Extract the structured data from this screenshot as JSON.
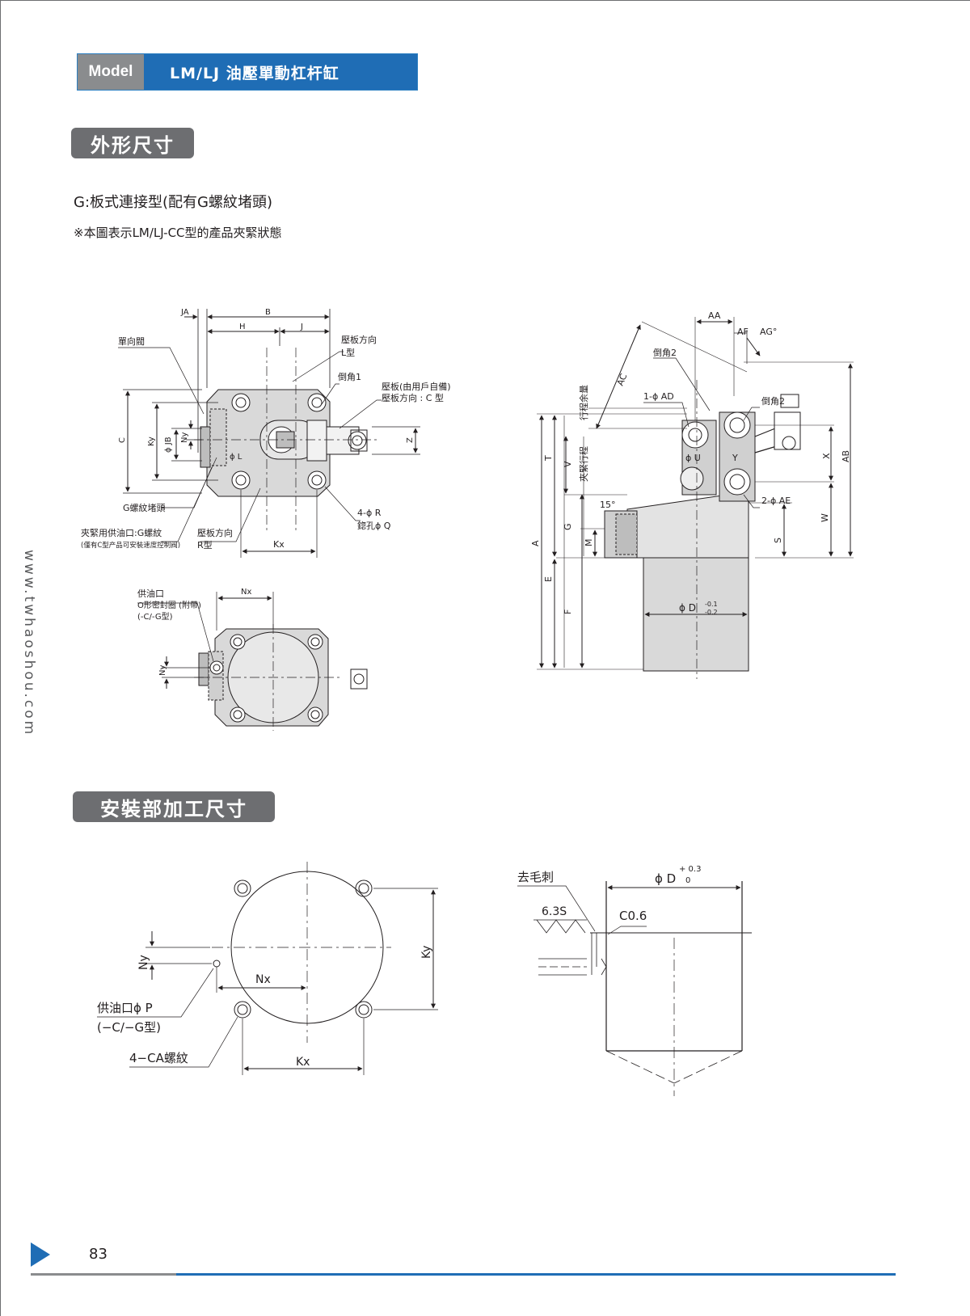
{
  "header": {
    "model_label": "Model",
    "model_title": "LM/LJ  油壓單動杠杆缸"
  },
  "sections": {
    "dims_title": "外形尺寸",
    "mount_title": "安裝部加工尺寸"
  },
  "subtitle": "G:板式連接型(配有G螺紋堵頭)",
  "note": "※本圖表示LM/LJ-CC型的產品夾緊狀態",
  "website": "www.twhaoshou.com",
  "page_number": "83",
  "drawing1": {
    "JA": "JA",
    "B": "B",
    "H": "H",
    "J": "J",
    "check_valve": "單向閥",
    "plate_dir": "壓板方向",
    "l_type": "L型",
    "chamfer1": "倒角1",
    "plate_user": "壓板(由用戶自備)",
    "plate_c": "壓板方向 : C 型",
    "C": "C",
    "Ky": "Ky",
    "JB": "ϕ JB",
    "Ny": "Ny",
    "Z": "Z",
    "phiL": "ϕ L",
    "g_plug": "G螺紋堵頭",
    "clamp_port": "夾緊用供油口:G螺紋",
    "clamp_port_note": "(僅有C型产品可安裝速度控制阀)",
    "r_dir": "壓板方向",
    "r_type": "R型",
    "Kx": "Kx",
    "hole_R": "4-ϕ R",
    "hole_Q": "鍃孔ϕ Q"
  },
  "drawing2": {
    "supply": "供油口",
    "oring": "O形密封圈 (附帶)",
    "types": "(-C/-G型)",
    "Nx": "Nx",
    "Ny": "Ny"
  },
  "drawing3": {
    "AA": "AA",
    "AF": "AF",
    "AG": "AG°",
    "AC": "AC",
    "chamfer2a": "倒角2",
    "chamfer2b": "倒角2",
    "AD": "1-ϕ AD",
    "stroke_margin": "行程余量",
    "clamp_stroke": "夾緊行程",
    "U": "ϕ U",
    "Y": "Y",
    "X": "X",
    "AB": "AB",
    "AE": "2-ϕ AE",
    "angle15": "15°",
    "A": "A",
    "T": "T",
    "V": "V",
    "G": "G",
    "M": "M",
    "E": "E",
    "F": "F",
    "W": "W",
    "S": "S",
    "D": "ϕ D",
    "D_tol_up": "-0.1",
    "D_tol_low": "-0.2"
  },
  "mount_left": {
    "Ny": "Ny",
    "Nx": "Nx",
    "Ky": "Ky",
    "Kx": "Kx",
    "supply": "供油口ϕ P",
    "types": "(−C/−G型)",
    "thread": "4−CA螺紋"
  },
  "mount_right": {
    "deburr": "去毛刺",
    "D": "ϕ D",
    "tol_up": "+ 0.3",
    "tol_low": "0",
    "surface": "6.3S",
    "chamfer": "C0.6"
  }
}
